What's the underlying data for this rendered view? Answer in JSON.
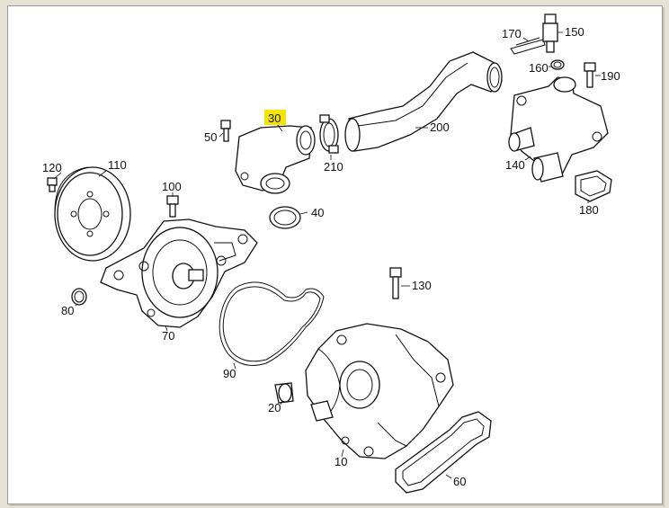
{
  "labels": {
    "p10": "10",
    "p20": "20",
    "p30": "30",
    "p40": "40",
    "p50": "50",
    "p60": "60",
    "p70": "70",
    "p80": "80",
    "p90": "90",
    "p100": "100",
    "p110": "110",
    "p120": "120",
    "p130": "130",
    "p140": "140",
    "p150": "150",
    "p160": "160",
    "p170": "170",
    "p180": "180",
    "p190": "190",
    "p200": "200",
    "p210": "210"
  },
  "highlight": {
    "selected_part": "30",
    "color": "#f5e400"
  }
}
